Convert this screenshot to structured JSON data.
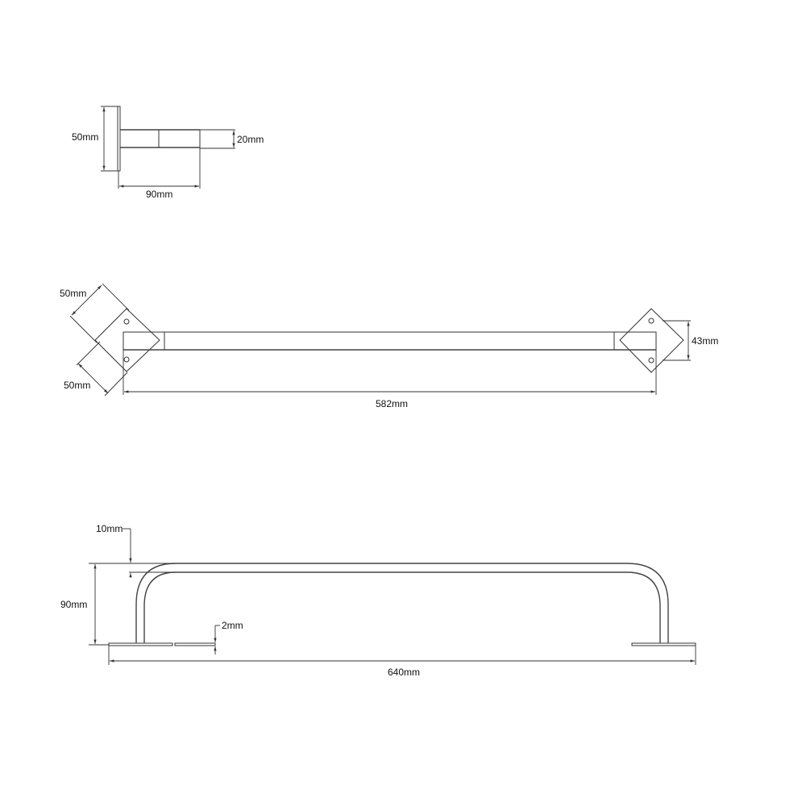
{
  "views": {
    "side": {
      "label_plate_height": "50mm",
      "label_bar_height": "20mm",
      "label_projection": "90mm"
    },
    "front": {
      "label_plate_side_top": "50mm",
      "label_plate_side_bottom": "50mm",
      "label_plate_diagonal_height": "43mm",
      "label_overall_length": "582mm"
    },
    "top": {
      "label_tube_diameter": "10mm",
      "label_plate_thickness": "2mm",
      "label_depth": "90mm",
      "label_overall_length": "640mm"
    }
  },
  "colors": {
    "line": "#333333",
    "background": "#ffffff"
  }
}
